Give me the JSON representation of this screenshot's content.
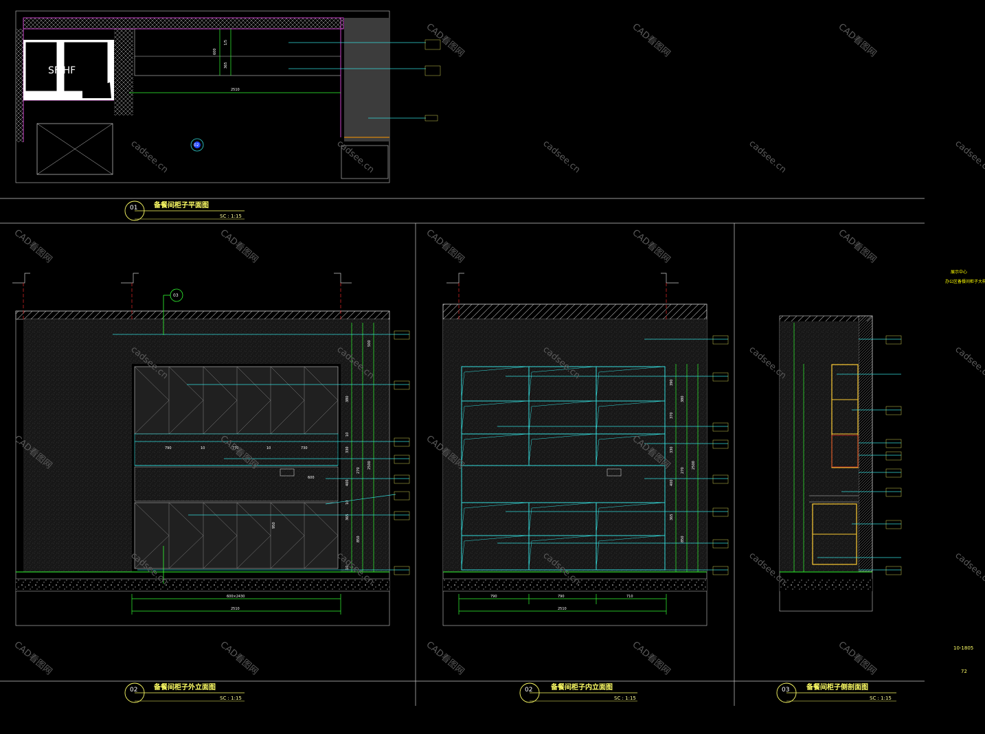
{
  "views": [
    {
      "id": "v01",
      "number": "01",
      "title": "备餐间柜子平面图",
      "scale": "SC : 1:15"
    },
    {
      "id": "v02a",
      "number": "02",
      "title": "备餐间柜子外立面图",
      "scale": "SC : 1:15"
    },
    {
      "id": "v02b",
      "number": "02",
      "title": "备餐间柜子内立面图",
      "scale": "SC : 1:15"
    },
    {
      "id": "v03",
      "number": "03",
      "title": "备餐间柜子侧剖面图",
      "scale": "SC : 1:15"
    }
  ],
  "plan": {
    "appliance_label": "SF/HF",
    "dim_total": "2510",
    "dim_a": "600",
    "dim_b": "1/5",
    "dim_c": "365",
    "callout": "02"
  },
  "elev_outer": {
    "callout": "03",
    "top_dims": [
      "790",
      "10",
      "770",
      "10",
      "730"
    ],
    "dim_600": "600",
    "dim_950": "950",
    "bottom_dim_a": "600×2430",
    "bottom_dim_total": "2510",
    "vert_dims": [
      "500",
      "380",
      "10",
      "330",
      "270",
      "400",
      "10",
      "365",
      "10",
      "850",
      "2500"
    ]
  },
  "elev_inner": {
    "bottom_dims": [
      "790",
      "790",
      "710"
    ],
    "bottom_dim_total": "2510",
    "vert_dims": [
      "390",
      "380",
      "370",
      "330",
      "270",
      "400",
      "365",
      "850",
      "2500"
    ]
  },
  "side": {
    "project": "展示中心",
    "drawing": "办公区备餐间柜子大样图",
    "sheet_no": "10-1805",
    "page": "72"
  },
  "watermarks": [
    "CAD看图网",
    "cadsee.cn"
  ]
}
